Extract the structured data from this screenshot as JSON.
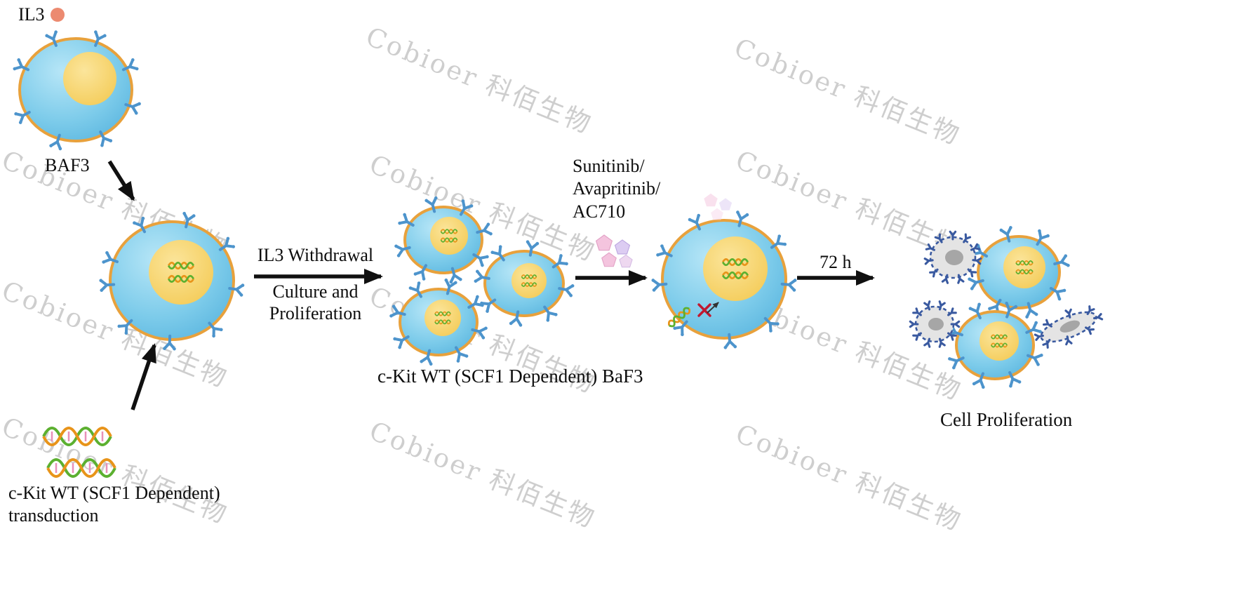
{
  "watermark": "Cobioer 科佰生物",
  "labels": {
    "il3": "IL3",
    "baf3": "BAF3",
    "withdrawal": "IL3 Withdrawal",
    "culture_line1": "Culture and",
    "culture_line2": "Proliferation",
    "cluster": "c-Kit WT (SCF1 Dependent) BaF3",
    "drug_line1": "Sunitinib/",
    "drug_line2": "Avapritinib/",
    "drug_line3": "AC710",
    "time": "72 h",
    "result": "Cell Proliferation",
    "transduction_line1": "c-Kit WT (SCF1 Dependent)",
    "transduction_line2": "transduction"
  },
  "colors": {
    "membrane": "#E8A13C",
    "cell_body": "#7CCBEA",
    "nucleus": "#F3C84F",
    "receptor_blue": "#4D94CC",
    "il3_dot": "#EC8A70",
    "dna_orange": "#E8941A",
    "dna_green": "#5CB030",
    "drug_pink": "#F4C4DE",
    "drug_purple": "#DCCCF2",
    "inhibition_red": "#C01830",
    "dying_outline": "#3A5AA0",
    "dying_body": "#E4E4E4",
    "arrow": "#101010"
  },
  "icons": {
    "receptor": "y-receptor-icon",
    "dna": "dna-helix-icon",
    "drug": "pentagon-molecule-icon",
    "il3": "il3-dot-icon",
    "inhibition": "red-x-icon"
  }
}
